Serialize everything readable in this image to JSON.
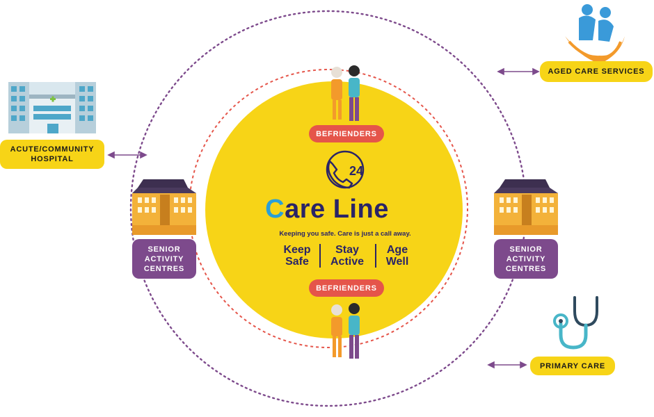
{
  "nodes": {
    "aged_care": "AGED CARE SERVICES",
    "hospital_line1": "ACUTE/COMMUNITY",
    "hospital_line2": "HOSPITAL",
    "sac_left_1": "SENIOR",
    "sac_left_2": "ACTIVITY",
    "sac_left_3": "CENTRES",
    "sac_right_1": "SENIOR",
    "sac_right_2": "ACTIVITY",
    "sac_right_3": "CENTRES",
    "primary_care": "PRIMARY CARE",
    "befrienders_top": "BEFRIENDERS",
    "befrienders_bottom": "BEFRIENDERS"
  },
  "careline": {
    "hours_badge": "24",
    "brand_first": "C",
    "brand_rest": "are Line",
    "tagline": "Keeping you safe. Care is just a call away.",
    "motto": [
      {
        "line1": "Keep",
        "line2": "Safe"
      },
      {
        "line1": "Stay",
        "line2": "Active"
      },
      {
        "line1": "Age",
        "line2": "Well"
      }
    ]
  },
  "icons": {
    "hospital": "hospital-building-icon",
    "aged_care": "caring-hands-elderly-icon",
    "sac": "apartment-building-icon",
    "primary_care": "stethoscope-icon",
    "befrienders": "befriender-with-senior-icon",
    "phone": "phone-24-icon"
  },
  "colors": {
    "center_yellow": "#f7d417",
    "outer_ring": "#7d4a8c",
    "inner_ring": "#e5554a",
    "brand_navy": "#2a2467",
    "brand_blue": "#2a9fd6"
  }
}
